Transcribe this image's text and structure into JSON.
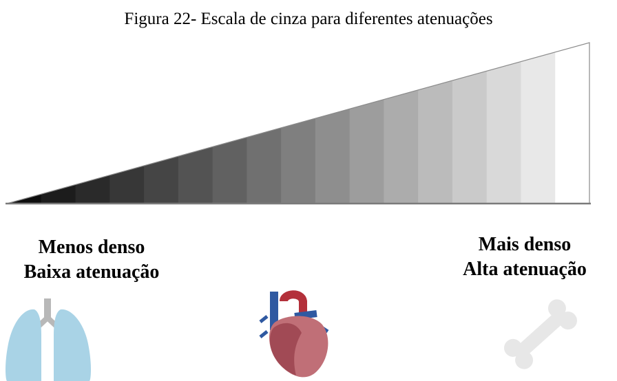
{
  "caption": "Figura 22- Escala de cinza para diferentes atenuações",
  "scale": {
    "steps": [
      "#0e0e0e",
      "#1c1c1c",
      "#2a2a2a",
      "#373737",
      "#454545",
      "#535353",
      "#616161",
      "#707070",
      "#7f7f7f",
      "#8e8e8e",
      "#9d9d9d",
      "#acacac",
      "#bbbbbb",
      "#cacaca",
      "#d9d9d9",
      "#e8e8e8",
      "#ffffff"
    ]
  },
  "left": {
    "line1": "Menos denso",
    "line2": "Baixa atenuação",
    "icon": "lungs-icon",
    "color": "#a9d3e6"
  },
  "center": {
    "icon": "heart-icon"
  },
  "right": {
    "line1": "Mais denso",
    "line2": "Alta atenuação",
    "icon": "bone-icon",
    "color": "#e7e7e7"
  }
}
